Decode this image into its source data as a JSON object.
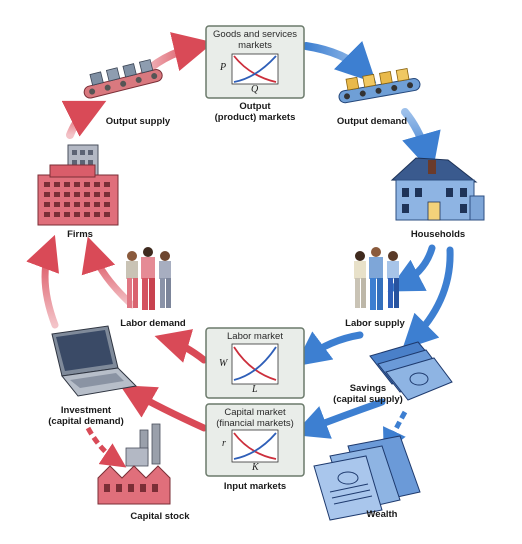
{
  "markets": {
    "output": {
      "title_lines": [
        "Goods and services",
        "markets"
      ],
      "y_axis": "P",
      "x_axis": "Q",
      "caption_lines": [
        "Output",
        "(product) markets"
      ]
    },
    "labor": {
      "title_lines": [
        "Labor market"
      ],
      "y_axis": "W",
      "x_axis": "L"
    },
    "capital": {
      "title_lines": [
        "Capital market",
        "(financial markets)"
      ],
      "y_axis": "r",
      "x_axis": "K",
      "caption_lines": [
        "Input markets"
      ]
    }
  },
  "labels": {
    "output_supply": "Output supply",
    "output_demand": "Output demand",
    "firms": "Firms",
    "households": "Households",
    "labor_demand": "Labor demand",
    "labor_supply": "Labor supply",
    "savings": [
      "Savings",
      "(capital supply)"
    ],
    "investment": [
      "Investment",
      "(capital demand)"
    ],
    "capital_stock": "Capital stock",
    "wealth": "Wealth"
  },
  "colors": {
    "flow_red": "#d94a57",
    "flow_blue": "#3d7fd1",
    "demand_curve": "#cc2f3c",
    "supply_curve": "#2f5fb8",
    "market_box_fill": "#e9ede9",
    "market_box_border": "#6b7a6b"
  },
  "icons": [
    "conveyor-icon",
    "building-icon",
    "house-icon",
    "workers-icon",
    "laptop-icon",
    "factory-icon",
    "money-icon",
    "documents-icon"
  ]
}
